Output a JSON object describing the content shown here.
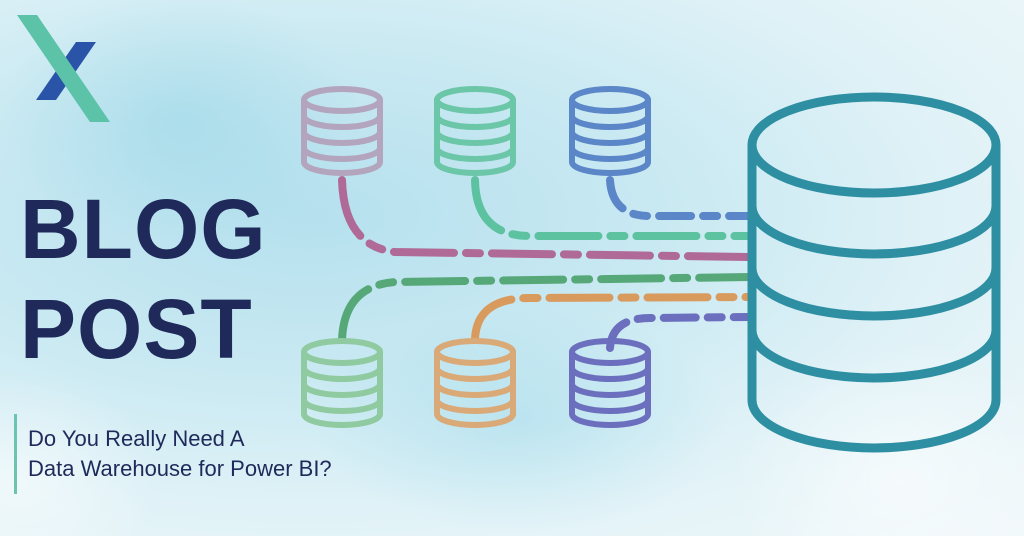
{
  "brand": {
    "logo_icon": "x-logo-icon",
    "colors": {
      "teal": "#5cc2a8",
      "blue": "#2a54a8"
    }
  },
  "headline": {
    "line1": "BLOG",
    "line2": "POST",
    "color": "#1f2a5a"
  },
  "subtitle": {
    "line1": "Do You Really Need A",
    "line2": "Data Warehouse for Power BI?"
  },
  "illustration": {
    "source_databases": [
      {
        "position": "top-left",
        "color": "#b3a5bd"
      },
      {
        "position": "top-middle",
        "color": "#6cc6a8"
      },
      {
        "position": "top-right",
        "color": "#5b86c7"
      },
      {
        "position": "bottom-left",
        "color": "#8fcaa0"
      },
      {
        "position": "bottom-middle",
        "color": "#d9a977"
      },
      {
        "position": "bottom-right",
        "color": "#6b6fbe"
      }
    ],
    "connection_lines": [
      "#5b86c7",
      "#5cc2a0",
      "#b06a98",
      "#56a878",
      "#d99a5e",
      "#6b6fbe"
    ],
    "target_database_color": "#2e8fa3"
  }
}
